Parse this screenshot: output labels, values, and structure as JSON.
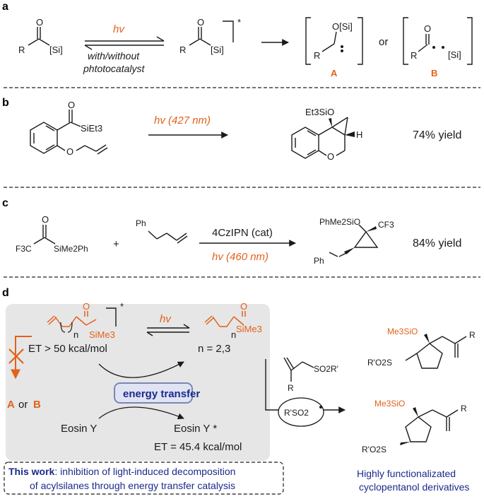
{
  "colors": {
    "accent": "#e2611b",
    "navy": "#1c2a8a",
    "panel": "#e6e6e6",
    "bond": "#1a1a1a"
  },
  "panel_a": {
    "label": "a",
    "reactant_r": "R",
    "reactant_si": "[Si]",
    "reactant_o": "O",
    "hv": "hv",
    "cond1": "with/without",
    "cond2": "phtotocatalyst",
    "star": "*",
    "or": "or",
    "A_o": "O[Si]",
    "A_r": "R",
    "A_label": "A",
    "B_o": "O",
    "B_r": "R",
    "B_si": "[Si]",
    "B_label": "B"
  },
  "panel_b": {
    "label": "b",
    "sub_group": "SiEt3",
    "sub_o_carbonyl": "O",
    "sub_o_ether": "O",
    "condition": "hv (427 nm)",
    "prod_group": "Et3SiO",
    "prod_o": "O",
    "prod_h": "H",
    "yield": "74% yield"
  },
  "panel_c": {
    "label": "c",
    "sub_f3c": "F3C",
    "sub_group": "SiMe2Ph",
    "sub_o": "O",
    "plus": "+",
    "alkene_ph": "Ph",
    "catalyst": "4CzIPN (cat)",
    "condition": "hv (460 nm)",
    "prod_group": "PhMe2SiO",
    "prod_cf3": "CF3",
    "prod_ph": "Ph",
    "yield": "84% yield"
  },
  "panel_d": {
    "label": "d",
    "left_group": "SiMe3",
    "left_o": "O",
    "left_n": "n",
    "star": "*",
    "hv": "hv",
    "right_group": "SiMe3",
    "right_o": "O",
    "right_n": "n",
    "et_left": "ET > 50 kcal/mol",
    "n_values": "n = 2,3",
    "energy_transfer": "energy transfer",
    "eosin": "Eosin Y",
    "eosin_star": "Eosin Y *",
    "et_right": "ET = 45.4 kcal/mol",
    "a_or_b_a": "A",
    "a_or_b_or": "or",
    "a_or_b_b": "B",
    "sulfone": "SO2R'",
    "sulfone_r": "R",
    "radical": "R'SO2",
    "prod1_group": "Me3SiO",
    "prod1_r": "R",
    "prod1_s": "R'O2S",
    "prod2_group": "Me3SiO",
    "prod2_r": "R",
    "prod2_s": "R'O2S",
    "this_work_bold": "This work",
    "this_work_line1": ": inhibition of light-induced decomposition",
    "this_work_line2": "of acylsilanes through energy transfer catalysis",
    "caption1": "Highly functionalizated",
    "caption2": "cyclopentanol derivatives"
  }
}
